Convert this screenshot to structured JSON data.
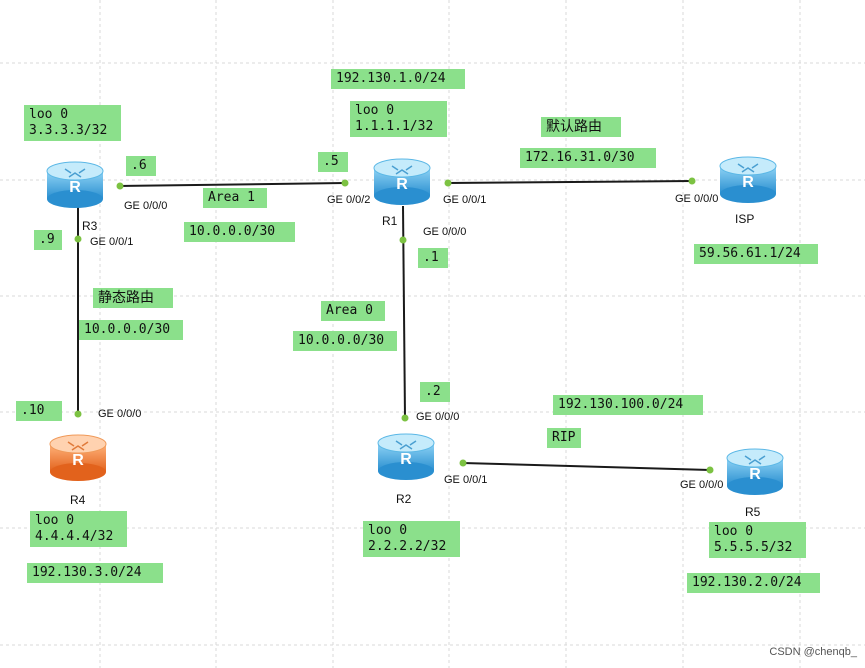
{
  "routers": {
    "r1": {
      "name": "R1",
      "loopback": "loo 0\n1.1.1.1/32"
    },
    "r2": {
      "name": "R2",
      "loopback": "loo 0\n2.2.2.2/32"
    },
    "r3": {
      "name": "R3",
      "loopback": "loo 0\n3.3.3.3/32"
    },
    "r4": {
      "name": "R4",
      "loopback": "loo 0\n4.4.4.4/32",
      "lan": "192.130.3.0/24"
    },
    "r5": {
      "name": "R5",
      "loopback": "loo 0\n5.5.5.5/32",
      "lan": "192.130.2.0/24"
    },
    "isp": {
      "name": "ISP",
      "net": "59.56.61.1/24"
    }
  },
  "r1_lan": "192.130.1.0/24",
  "links": {
    "r3_r1": {
      "area": "Area 1",
      "subnet": "10.0.0.0/30",
      "r3_port": "GE 0/0/0",
      "r3_host": ".6",
      "r1_port": "GE 0/0/2",
      "r1_host": ".5"
    },
    "r1_isp": {
      "label": "默认路由",
      "subnet": "172.16.31.0/30",
      "r1_port": "GE 0/0/1",
      "isp_port": "GE 0/0/0"
    },
    "r1_r2": {
      "area": "Area 0",
      "subnet": "10.0.0.0/30",
      "r1_port": "GE 0/0/0",
      "r1_host": ".1",
      "r2_port": "GE 0/0/0",
      "r2_host": ".2"
    },
    "r3_r4": {
      "label": "静态路由",
      "subnet": "10.0.0.0/30",
      "r3_port": "GE 0/0/1",
      "r3_host": ".9",
      "r4_port": "GE 0/0/0",
      "r4_host": ".10"
    },
    "r2_r5": {
      "protocol": "RIP",
      "subnet": "192.130.100.0/24",
      "r2_port": "GE 0/0/1",
      "r5_port": "GE 0/0/0"
    }
  },
  "watermark": "CSDN @chenqb_",
  "colors": {
    "label_bg": "#8be08b",
    "router_blue": "#3fa9e0",
    "router_orange": "#f07d2a",
    "port_dot": "#7cc242"
  }
}
